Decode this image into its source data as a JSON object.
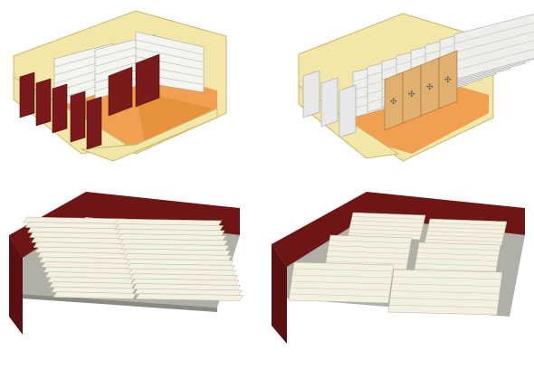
{
  "image": {
    "panels": [
      {
        "id": "cabinet-shelving-room-cutaway",
        "style": "perspective-cutaway"
      },
      {
        "id": "mobile-shelving-room-cutaway",
        "style": "perspective-cutaway"
      },
      {
        "id": "static-shelving-floorplan",
        "style": "isometric-room"
      },
      {
        "id": "compact-shelving-floorplan",
        "style": "isometric-room"
      }
    ]
  },
  "colors": {
    "room_wall": "#f2e6a8",
    "room_wall_edge": "#c9b86a",
    "floor": "#f0a050",
    "floor_shadow": "#e08830",
    "end_panel_dark": "#7a1a1a",
    "end_panel_light": "#e8e8e8",
    "shelf_white": "#f5f5f0",
    "shelf_grey": "#c8c8c8",
    "wood_panel": "#e0b070",
    "room_red": "#6e1515",
    "room_floor_grey": "#b0b0a8",
    "rack_cream": "#f4f0e0"
  }
}
